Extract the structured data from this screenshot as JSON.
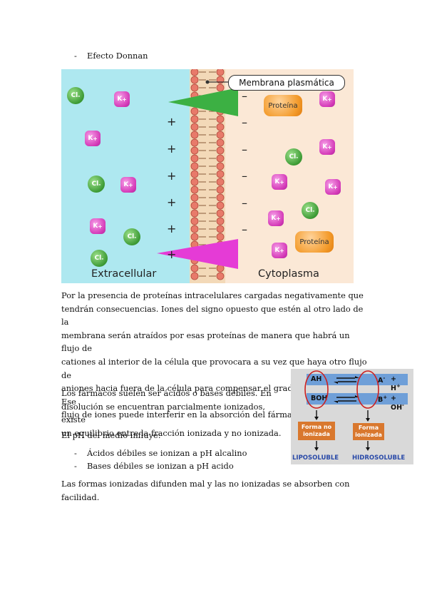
{
  "heading_bullet": {
    "dash": "-",
    "text": "Efecto Donnan"
  },
  "donnan_figure": {
    "membrane_label": "Membrana plasmática",
    "extracellular_label": "Extracellular",
    "cytoplasma_label": "Cytoplasma",
    "protein_label": "Proteína",
    "cl_label": "Cl",
    "cl_sup": "-",
    "k_label": "K",
    "k_sup": "+",
    "plus": "+",
    "minus": "–",
    "colors": {
      "extracellular_bg": "#aee8f0",
      "cytoplasm_bg": "#fbe8d6",
      "membrane_head": "#e87a6a",
      "green_arrow": "#3cb043",
      "magenta_arrow": "#e53bd6"
    }
  },
  "paragraph_1": [
    "Por la presencia de proteínas intracelulares cargadas negativamente que",
    "tendrán consecuencias. Iones del signo opuesto que estén al otro lado de la",
    "membrana serán atraídos por esas proteínas de manera que habrá un flujo de",
    "cationes al interior de la célula que provocara a su vez que haya otro flujo de",
    "aniones hacia fuera de la célula para compensar el gradiente eléctrico. Ese",
    "flujo de iones puede interferir en la absorción del fármaco."
  ],
  "paragraph_2": [
    "Los fármacos suelen ser ácidos o bases débiles. En",
    "disolución se encuentran parcialmente ionizados, existe",
    "un equilibrio entre la fracción ionizada y no ionizada."
  ],
  "ph_intro": "El pH del medio influye:",
  "ph_bullets": [
    {
      "dash": "-",
      "text": "Ácidos débiles se ionizan a pH alcalino"
    },
    {
      "dash": "-",
      "text": "Bases débiles se ionizan a pH acido"
    }
  ],
  "paragraph_3": [
    "Las formas ionizadas difunden mal y las no ionizadas se absorben con",
    "facilidad."
  ],
  "ionization_figure": {
    "row1_left": "AH",
    "row1_right_base": "A",
    "row1_right_sup": "-",
    "row1_plus_ion": "+ H",
    "row1_plus_sup": "+",
    "row2_left": "BOH",
    "row2_right_base": "B",
    "row2_right_sup": "+",
    "row2_plus_ion": "+ OH",
    "row2_plus_sup": "-",
    "box_left": "Forma no ionizada",
    "box_right": "Forma ionizada",
    "label_left": "LIPOSOLUBLE",
    "label_right": "HIDROSOLUBLE",
    "colors": {
      "bar": "#6f9fd8",
      "box": "#d9782e",
      "circle": "#cc1f1f",
      "label": "#2a4aa8",
      "background": "#d9d9d9"
    }
  }
}
